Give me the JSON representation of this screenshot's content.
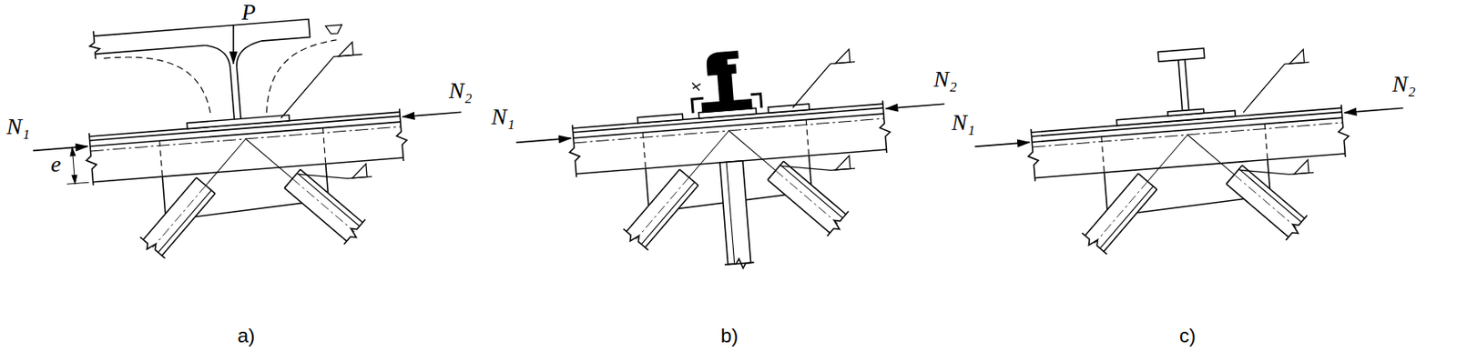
{
  "diagram": {
    "labels": [
      "P",
      "N₁",
      "N₂",
      "e",
      "N₁",
      "N₂",
      "N₁",
      "N₂",
      "a)",
      "b)",
      "c)"
    ]
  }
}
